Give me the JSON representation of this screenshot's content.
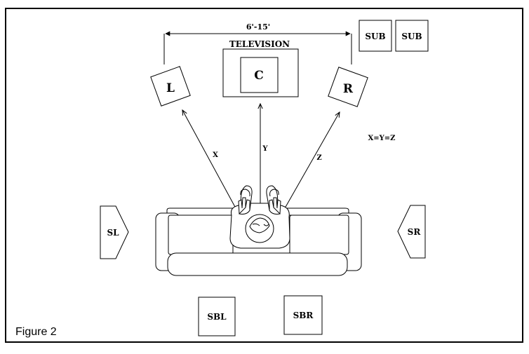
{
  "figure_caption": "Figure 2",
  "dimension_label": "6'-15'",
  "television_label": "TELEVISION",
  "equation_label": "X=Y=Z",
  "speakers": {
    "left": "L",
    "center": "C",
    "right": "R",
    "sub1": "SUB",
    "sub2": "SUB",
    "surround_left": "SL",
    "surround_right": "SR",
    "surround_back_left": "SBL",
    "surround_back_right": "SBR"
  },
  "distances": {
    "x": "X",
    "y": "Y",
    "z": "Z"
  }
}
